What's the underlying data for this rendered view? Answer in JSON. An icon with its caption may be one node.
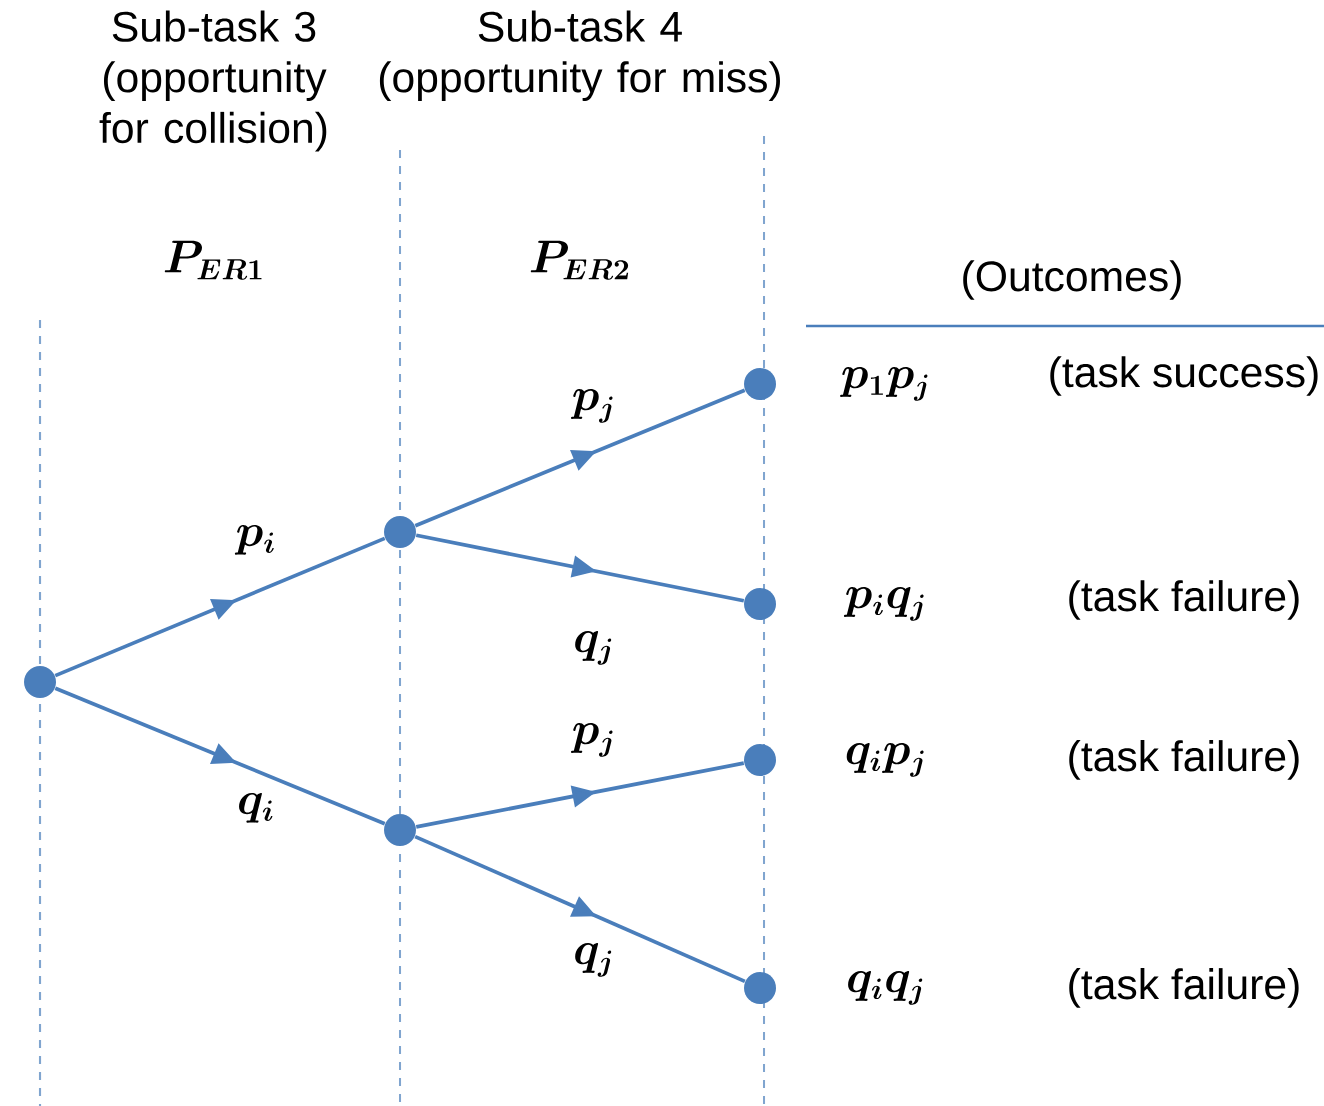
{
  "diagram": {
    "nodes": [
      {
        "text": [],
        "shape": "circle"
      },
      {
        "text": [],
        "shape": "circle"
      },
      {
        "text": [],
        "shape": "circle"
      },
      {
        "text": [],
        "shape": "circle"
      },
      {
        "text": [],
        "shape": "circle"
      },
      {
        "text": [],
        "shape": "circle"
      },
      {
        "text": [],
        "shape": "circle"
      }
    ],
    "edges": [
      {
        "from": 0,
        "to": 1,
        "arrow": "to",
        "label": "p_i"
      },
      {
        "from": 0,
        "to": 2,
        "arrow": "to",
        "label": "q_i"
      },
      {
        "from": 1,
        "to": 3,
        "arrow": "to",
        "label": "p_j"
      },
      {
        "from": 1,
        "to": 4,
        "arrow": "to",
        "label": "q_j"
      },
      {
        "from": 2,
        "to": 5,
        "arrow": "to",
        "label": "p_j"
      },
      {
        "from": 2,
        "to": 6,
        "arrow": "to",
        "label": "q_j"
      }
    ],
    "labels": [
      "Sub-task 3 (opportunity for collision)",
      "P_{ER1}",
      "Sub-task 4 (opportunity for miss)",
      "P_{ER2}",
      "(Outcomes)",
      "p_1 p_j",
      "(task success)",
      "p_i q_j",
      "(task failure)",
      "q_i p_j",
      "(task failure)",
      "q_i q_j",
      "(task failure)"
    ]
  }
}
